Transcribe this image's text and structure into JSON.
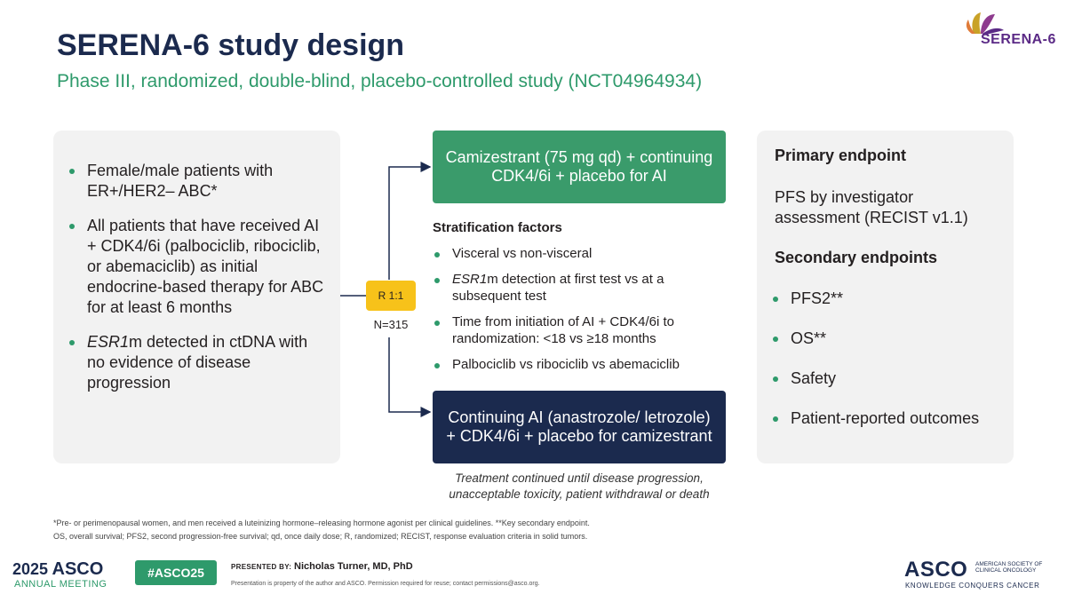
{
  "header": {
    "title": "SERENA-6 study design",
    "subtitle": "Phase III, randomized, double-blind, placebo-controlled study (NCT04964934)",
    "logo_text": "SERENA-6"
  },
  "eligibility": {
    "items": [
      {
        "pre": "",
        "em": "",
        "post": "Female/male patients with ER+/HER2– ABC*"
      },
      {
        "pre": "",
        "em": "",
        "post": "All patients that have received AI + CDK4/6i (palbociclib, ribociclib, or abemaciclib) as initial endocrine-based therapy for ABC for at least 6 months"
      },
      {
        "pre": "",
        "em": "ESR1",
        "post": "m detected in ctDNA with no evidence of disease progression"
      }
    ]
  },
  "randomization": {
    "label": "R 1:1",
    "n": "N=315"
  },
  "arms": {
    "experimental": "Camizestrant (75 mg qd) + continuing CDK4/6i + placebo for AI",
    "control": "Continuing AI (anastrozole/ letrozole) + CDK4/6i + placebo for camizestrant"
  },
  "stratification": {
    "title": "Stratification factors",
    "items": [
      {
        "pre": "",
        "em": "",
        "post": "Visceral vs non-visceral"
      },
      {
        "pre": "",
        "em": "ESR1",
        "post": "m detection at first test vs at a subsequent test"
      },
      {
        "pre": "",
        "em": "",
        "post": "Time from initiation of AI + CDK4/6i to randomization: <18 vs ≥18 months"
      },
      {
        "pre": "",
        "em": "",
        "post": "Palbociclib vs ribociclib vs abemaciclib"
      }
    ]
  },
  "treatment_note": "Treatment continued until disease progression, unacceptable toxicity, patient withdrawal or death",
  "endpoints": {
    "primary_title": "Primary endpoint",
    "primary_text": "PFS by investigator assessment (RECIST v1.1)",
    "secondary_title": "Secondary endpoints",
    "secondary_items": [
      "PFS2**",
      "OS**",
      "Safety",
      "Patient-reported outcomes"
    ]
  },
  "footnotes": {
    "line1": "*Pre- or perimenopausal women, and men received a luteinizing hormone–releasing hormone agonist per clinical guidelines. **Key secondary endpoint.",
    "line2": "OS, overall survival; PFS2, second progression-free survival; qd, once daily dose; R, randomized; RECIST, response evaluation criteria in solid tumors."
  },
  "footer": {
    "year": "2025",
    "asco": "ASCO",
    "meeting": "ANNUAL MEETING",
    "hashtag": "#ASCO25",
    "presented_label": "PRESENTED BY:",
    "presenter": "Nicholas Turner, MD, PhD",
    "property_note": "Presentation is property of the author and ASCO. Permission required for reuse; contact permissions@asco.org.",
    "society": "AMERICAN SOCIETY OF CLINICAL ONCOLOGY",
    "tagline": "KNOWLEDGE CONQUERS CANCER"
  },
  "colors": {
    "navy": "#1b2a4e",
    "green": "#3a9b6b",
    "accent_green": "#2e9a6b",
    "randomization_yellow": "#f7c21a",
    "panel_gray": "#f2f2f2"
  }
}
